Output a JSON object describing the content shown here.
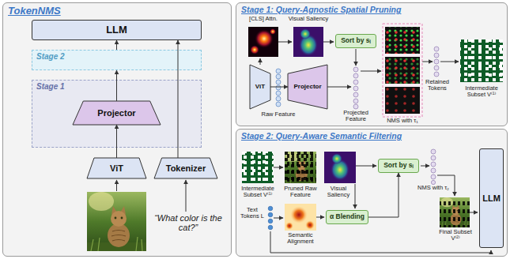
{
  "diagram": {
    "nodes": [
      {
        "text": [
          "TokenNMS"
        ]
      },
      {
        "text": [
          "LLM"
        ],
        "in": 0
      },
      {
        "text": [
          "Stage 2"
        ],
        "in": 0
      },
      {
        "text": [
          "Stage 1"
        ],
        "in": 0
      },
      {
        "text": [
          "Projector"
        ],
        "in": 3
      },
      {
        "text": [
          "ViT"
        ],
        "in": 0
      },
      {
        "text": [
          "Tokenizer"
        ],
        "in": 0
      },
      {
        "text": [
          "Stage 1: Query-Agnostic Spatial Pruning"
        ]
      },
      {
        "text": [
          "ViT"
        ],
        "in": 7
      },
      {
        "text": [
          "Projector"
        ],
        "in": 7
      },
      {
        "text": [
          "Sort by sᵢ"
        ],
        "in": 7
      },
      {
        "text": [
          "Stage 2: Query-Aware Semantic Filtering"
        ]
      },
      {
        "text": [
          "Sort by sᵢ"
        ],
        "in": 11
      },
      {
        "text": [
          "α Blending"
        ],
        "in": 11
      },
      {
        "text": [
          "LLM"
        ],
        "in": 11
      }
    ],
    "edges": [
      {
        "from": 5,
        "to": 4,
        "arrow": "to"
      },
      {
        "from": 4,
        "to": 2,
        "arrow": "to"
      },
      {
        "from": 2,
        "to": 1,
        "arrow": "to"
      },
      {
        "from": 6,
        "to": 1,
        "arrow": "to"
      },
      {
        "from": 8,
        "to": 9,
        "arrow": "to"
      },
      {
        "from": 13,
        "to": 12,
        "arrow": "to"
      }
    ],
    "labels": [
      "“What color is the cat?”",
      "[CLS] Attn.",
      "Visual Saliency",
      "Raw Feature",
      "Projected Feature",
      "NMS with τ₁",
      "Retained Tokens",
      "Intermediate Subset V⁽¹⁾",
      "Intermediate Subset V⁽¹⁾",
      "Pruned Raw Feature",
      "Visual Saliency",
      "Semantic Alignment",
      "Text Tokens L",
      "NMS with τ₂",
      "Final Subset V⁽²⁾"
    ]
  }
}
